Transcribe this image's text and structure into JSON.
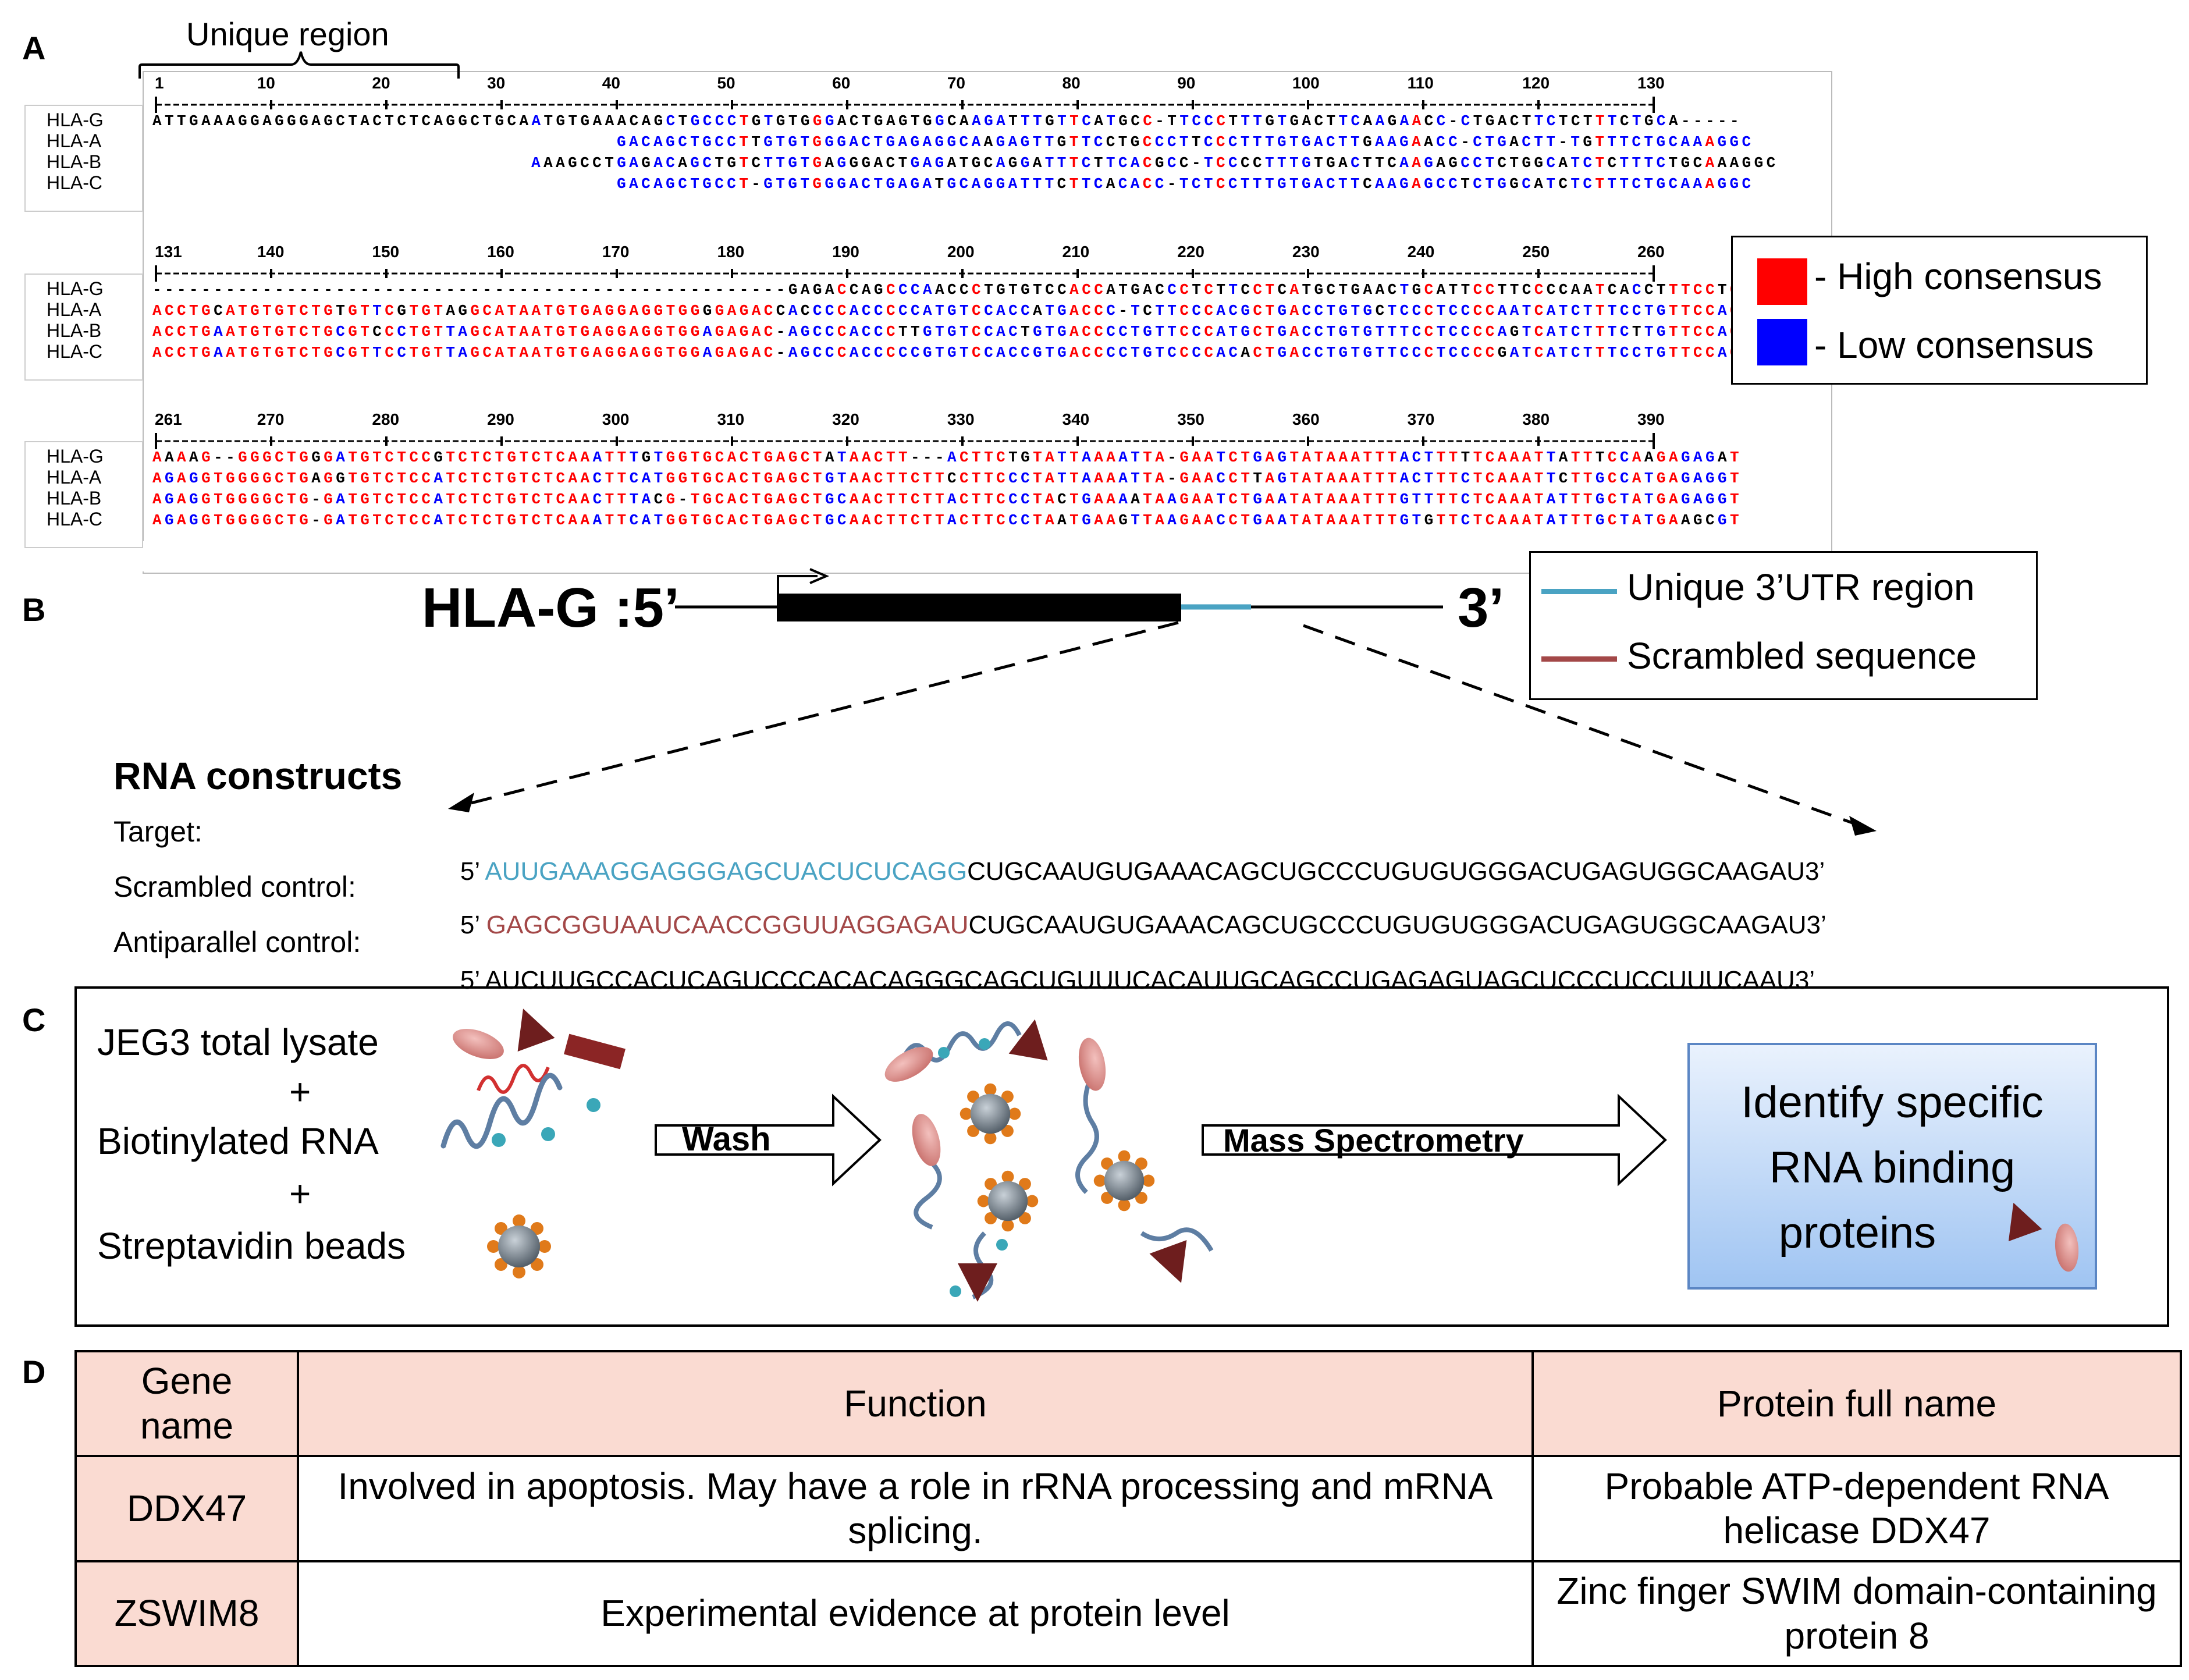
{
  "panels": {
    "a": "A",
    "b": "B",
    "c": "C",
    "d": "D"
  },
  "colors": {
    "high": "#ff0000",
    "low": "#0000ff",
    "neutral": "#000000",
    "unique": "#4aa3c3",
    "scrambled": "#a34848",
    "beadgrey": "#7a8590",
    "beadorange": "#e07a1a"
  },
  "panel_a": {
    "unique_region": "Unique region",
    "legend": {
      "high": "- High consensus",
      "low": "- Low consensus"
    },
    "blocks": [
      {
        "ruler": [
          "1",
          "10",
          "20",
          "30",
          "40",
          "50",
          "60",
          "70",
          "80",
          "90",
          "100",
          "110",
          "120",
          "130"
        ],
        "rows": [
          {
            "name": "HLA-G",
            "seq": "ATTGAAAGGAGGGAGCTACTCTCAGGCTGCAATGTGAAACAGCTGCCCTGTGTGGGACTGAGTGGCAAGATTTGTTCATGCC-TTCCCTTTGTGACTTCAAGAACC-CTGACTTCTCTTTCTGCA-----"
          },
          {
            "name": "HLA-A",
            "seq": "                                      GACAGCTGCCTTGTGTGGGACTGAGAGGCAAGAGTTGTTCCTGCCCTTCCCTTTGTGACTTGAAGAACC-CTGACTT-TGTTTCTGCAAAGGC"
          },
          {
            "name": "HLA-B",
            "seq": "                               AAAGCCTGAGACAGCTGTCTTGTGAGGGACTGAGATGCAGGATTTCTTCACGCC-TCCCCTTTGTGACTTCAAGAGCCTCTGGCATCTCTTTCTGCAAAGGC"
          },
          {
            "name": "HLA-C",
            "seq": "                                      GACAGCTGCCT-GTGTGGGACTGAGATGCAGGATTTCTTCACACC-TCTCCTTTGTGACTTCAAGAGCCTCTGGCATCTCTTTCTGCAAAGGC"
          }
        ]
      },
      {
        "ruler": [
          "131",
          "140",
          "150",
          "160",
          "170",
          "180",
          "190",
          "200",
          "210",
          "220",
          "230",
          "240",
          "250",
          "260"
        ],
        "rows": [
          {
            "name": "HLA-G",
            "seq": "----------------------------------------------------GAGACCAGCCCAACCCTGTGTCCACCATGACCCTCTTCCTCATGCTGAACTGCATTCCTTCCCCAATCACCTTTCCTGTTCCAG"
          },
          {
            "name": "HLA-A",
            "seq": "ACCTGCATGTGTCTGTGTTCGTGTAGGCATAATGTGAGGAGGTGGGGAGACCACCCCACCCCCATGTCCACCATGACCC-TCTTCCCACGCTGACCTGTGCTCCCTCCCCAATCATCTTTCCTGTTCCAG"
          },
          {
            "name": "HLA-B",
            "seq": "ACCTGAATGTGTCTGCGTCCCTGTTAGCATAATGTGAGGAGGTGGAGAGAC-AGCCCACCCTTGTGTCCACTGTGACCCCTGTTCCCATGCTGACCTGTGTTTCCTCCCCAGTCATCTTTCTTGTTCCAG"
          },
          {
            "name": "HLA-C",
            "seq": "ACCTGAATGTGTCTGCGTTCCTGTTAGCATAATGTGAGGAGGTGGAGAGAC-AGCCCACCCCCGTGTCCACCGTGACCCCTGTCCCCACACTGACCTGTGTTCCCTCCCCGATCATCTTTCCTGTTCCAG"
          }
        ]
      },
      {
        "ruler": [
          "261",
          "270",
          "280",
          "290",
          "300",
          "310",
          "320",
          "330",
          "340",
          "350",
          "360",
          "370",
          "380",
          "390"
        ],
        "rows": [
          {
            "name": "HLA-G",
            "seq": "AAAAG--GGGCTGGGATGTCTCCGTCTCTGTCTCAAATTTGTGGTGCACTGAGCTATAACTT---ACTTCTGTATTAAAATTA-GAATCTGAGTATAAATTTACTTTTTCAAATTATTTCCAAGAGAGAT"
          },
          {
            "name": "HLA-A",
            "seq": "AGAGGTGGGGCTGAGGTGTCTCCATCTCTGTCTCAACTTCATGGTGCACTGAGCTGTAACTTCTTCCTTCCCTATTAAAATTA-GAACCTTAGTATAAATTTACTTTCTCAAATTCTTGCCATGAGAGGT"
          },
          {
            "name": "HLA-B",
            "seq": "AGAGGTGGGGCTG-GATGTCTCCATCTCTGTCTCAACTTTACG-TGCACTGAGCTGCAACTTCTTACTTCCCTACTGAAAATAAGAATCTGAATATAAATTTGTTTTCTCAAATATTTGCTATGAGAGGT"
          },
          {
            "name": "HLA-C",
            "seq": "AGAGGTGGGGCTG-GATGTCTCCATCTCTGTCTCAAATTCATGGTGCACTGAGCTGCAACTTCTTACTTCCCTAATGAAGTTAAGAACCTGAATATAAATTTGTGTTCTCAAATATTTGCTATGAAGCGT"
          }
        ]
      }
    ]
  },
  "panel_b": {
    "gene_label": "HLA-G :5’",
    "three_prime": "3’",
    "legend": {
      "unique": "Unique 3’UTR region",
      "scrambled": "Scrambled sequence"
    },
    "rna_title": "RNA constructs",
    "constructs": [
      {
        "label": "Target:",
        "five": "5’",
        "colored": "AUUGAAAGGAGGGAGCUACUCUCAGG",
        "rest": "CUGCAAUGUGAAACAGCUGCCCUGUGUGGGACUGAGUGGCAAGAU",
        "three": "3’"
      },
      {
        "label": "Scrambled control:",
        "five": "5’",
        "colored": "GAGCGGUAAUCAACCGGUUAGGAGAU",
        "rest": "CUGCAAUGUGAAACAGCUGCCCUGUGUGGGACUGAGUGGCAAGAU",
        "three": "3’"
      },
      {
        "label": "Antiparallel control:",
        "five": "5’",
        "colored": "",
        "rest": "AUCUUGCCACUCAGUCCCACACAGGGCAGCUGUUUCACAUUGCAGCCUGAGAGUAGCUCCCUCCUUUCAAU",
        "three": "3’"
      }
    ]
  },
  "panel_c": {
    "lysate": "JEG3 total lysate",
    "plus": "+",
    "rna": "Biotinylated RNA",
    "beads": "Streptavidin beads",
    "wash": "Wash",
    "ms": "Mass Spectrometry",
    "result": [
      "Identify specific",
      "RNA binding",
      "proteins"
    ]
  },
  "panel_d": {
    "headers": [
      "Gene\nname",
      "Function",
      "Protein full name"
    ],
    "rows": [
      {
        "gene": "DDX47",
        "function": "Involved  in apoptosis. May have a role in rRNA processing and mRNA splicing.",
        "protein": "Probable ATP-dependent RNA helicase DDX47"
      },
      {
        "gene": "ZSWIM8",
        "function": "Experimental evidence at protein level",
        "protein": "Zinc finger SWIM domain-containing protein 8"
      }
    ]
  }
}
